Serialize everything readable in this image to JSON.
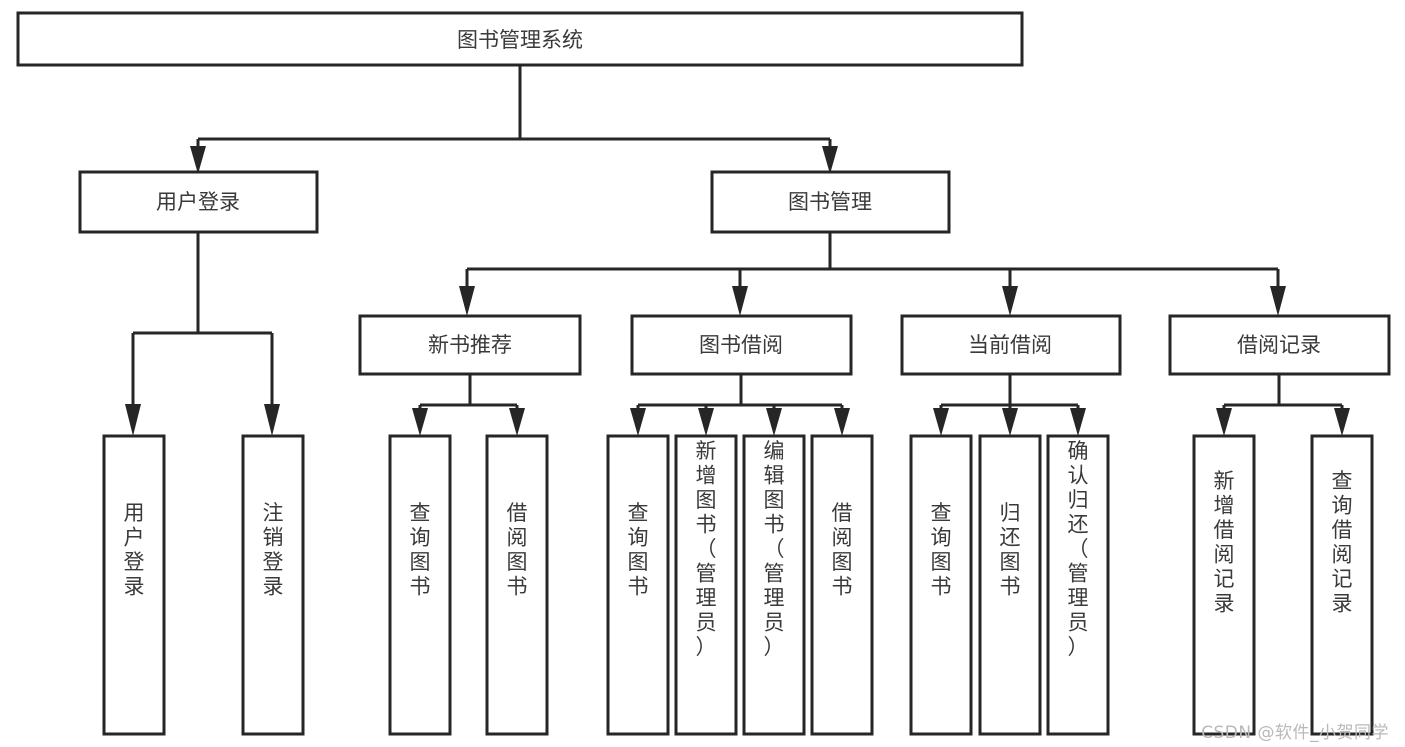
{
  "diagram": {
    "type": "tree-hierarchy",
    "title": "图书管理系统",
    "watermark": "CSDN @软件_小贺同学",
    "colors": {
      "background": "#ffffff",
      "stroke": "#262626",
      "text": "#3a3a3a",
      "watermark": "#b9b9b9"
    },
    "levels": {
      "root": {
        "label": "图书管理系统"
      },
      "level2": [
        {
          "id": "user-login",
          "label": "用户登录"
        },
        {
          "id": "book-manage",
          "label": "图书管理"
        }
      ],
      "level3": [
        {
          "id": "new-book-recommend",
          "label": "新书推荐"
        },
        {
          "id": "book-borrow",
          "label": "图书借阅"
        },
        {
          "id": "current-borrow",
          "label": "当前借阅"
        },
        {
          "id": "borrow-record",
          "label": "借阅记录"
        }
      ],
      "leaves": [
        {
          "id": "leaf-user-login",
          "label": "用户登录",
          "parent": "user-login"
        },
        {
          "id": "leaf-user-logout",
          "label": "注销登录",
          "parent": "user-login"
        },
        {
          "id": "leaf-query-book-1",
          "label": "查询图书",
          "parent": "new-book-recommend"
        },
        {
          "id": "leaf-borrow-book-1",
          "label": "借阅图书",
          "parent": "new-book-recommend"
        },
        {
          "id": "leaf-query-book-2",
          "label": "查询图书",
          "parent": "book-borrow"
        },
        {
          "id": "leaf-add-book",
          "label": "新增图书（管理员）",
          "parent": "book-borrow"
        },
        {
          "id": "leaf-edit-book",
          "label": "编辑图书（管理员）",
          "parent": "book-borrow"
        },
        {
          "id": "leaf-borrow-book-2",
          "label": "借阅图书",
          "parent": "book-borrow"
        },
        {
          "id": "leaf-query-book-3",
          "label": "查询图书",
          "parent": "current-borrow"
        },
        {
          "id": "leaf-return-book",
          "label": "归还图书",
          "parent": "current-borrow"
        },
        {
          "id": "leaf-confirm-return",
          "label": "确认归还（管理员）",
          "parent": "current-borrow"
        },
        {
          "id": "leaf-add-record",
          "label": "新增借阅记录",
          "parent": "borrow-record"
        },
        {
          "id": "leaf-query-record",
          "label": "查询借阅记录",
          "parent": "borrow-record"
        }
      ]
    }
  }
}
